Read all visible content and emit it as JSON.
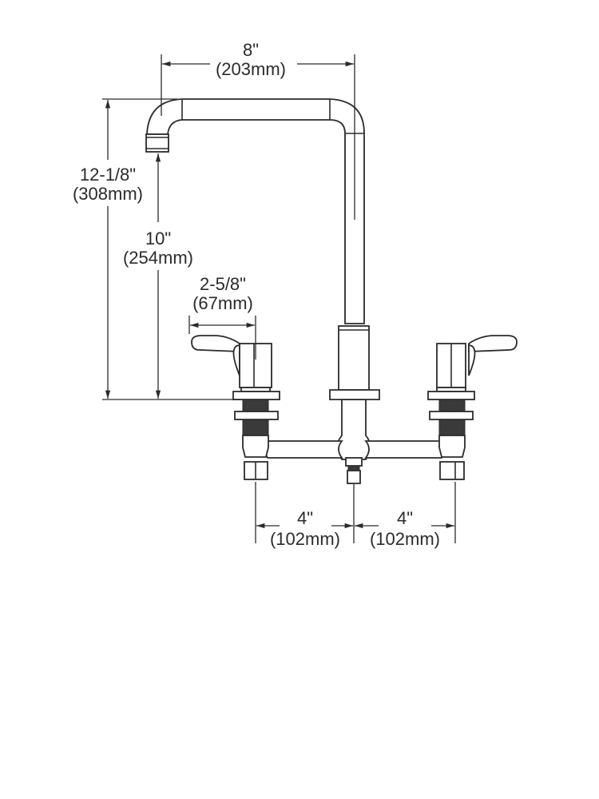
{
  "dimensions": {
    "spout_reach": {
      "imperial": "8\"",
      "metric": "(203mm)"
    },
    "overall_height": {
      "imperial": "12-1/8\"",
      "metric": "(308mm)"
    },
    "spout_height": {
      "imperial": "10\"",
      "metric": "(254mm)"
    },
    "handle_length": {
      "imperial": "2-5/8\"",
      "metric": "(67mm)"
    },
    "left_spacing": {
      "imperial": "4\"",
      "metric": "(102mm)"
    },
    "right_spacing": {
      "imperial": "4\"",
      "metric": "(102mm)"
    }
  },
  "colors": {
    "line": "#2b2b2b",
    "background": "#ffffff"
  }
}
